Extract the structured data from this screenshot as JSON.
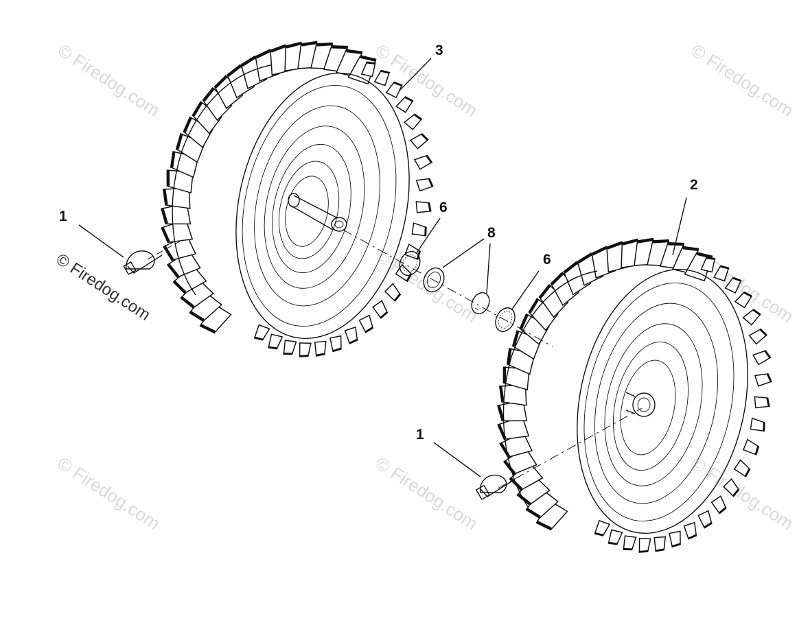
{
  "diagram": {
    "callouts": [
      {
        "id": "c1a",
        "label": "1"
      },
      {
        "id": "c3",
        "label": "3"
      },
      {
        "id": "c6a",
        "label": "6"
      },
      {
        "id": "c8",
        "label": "8"
      },
      {
        "id": "c6b",
        "label": "6"
      },
      {
        "id": "c2",
        "label": "2"
      },
      {
        "id": "c1b",
        "label": "1"
      }
    ],
    "watermark": "© Firedog.com"
  }
}
